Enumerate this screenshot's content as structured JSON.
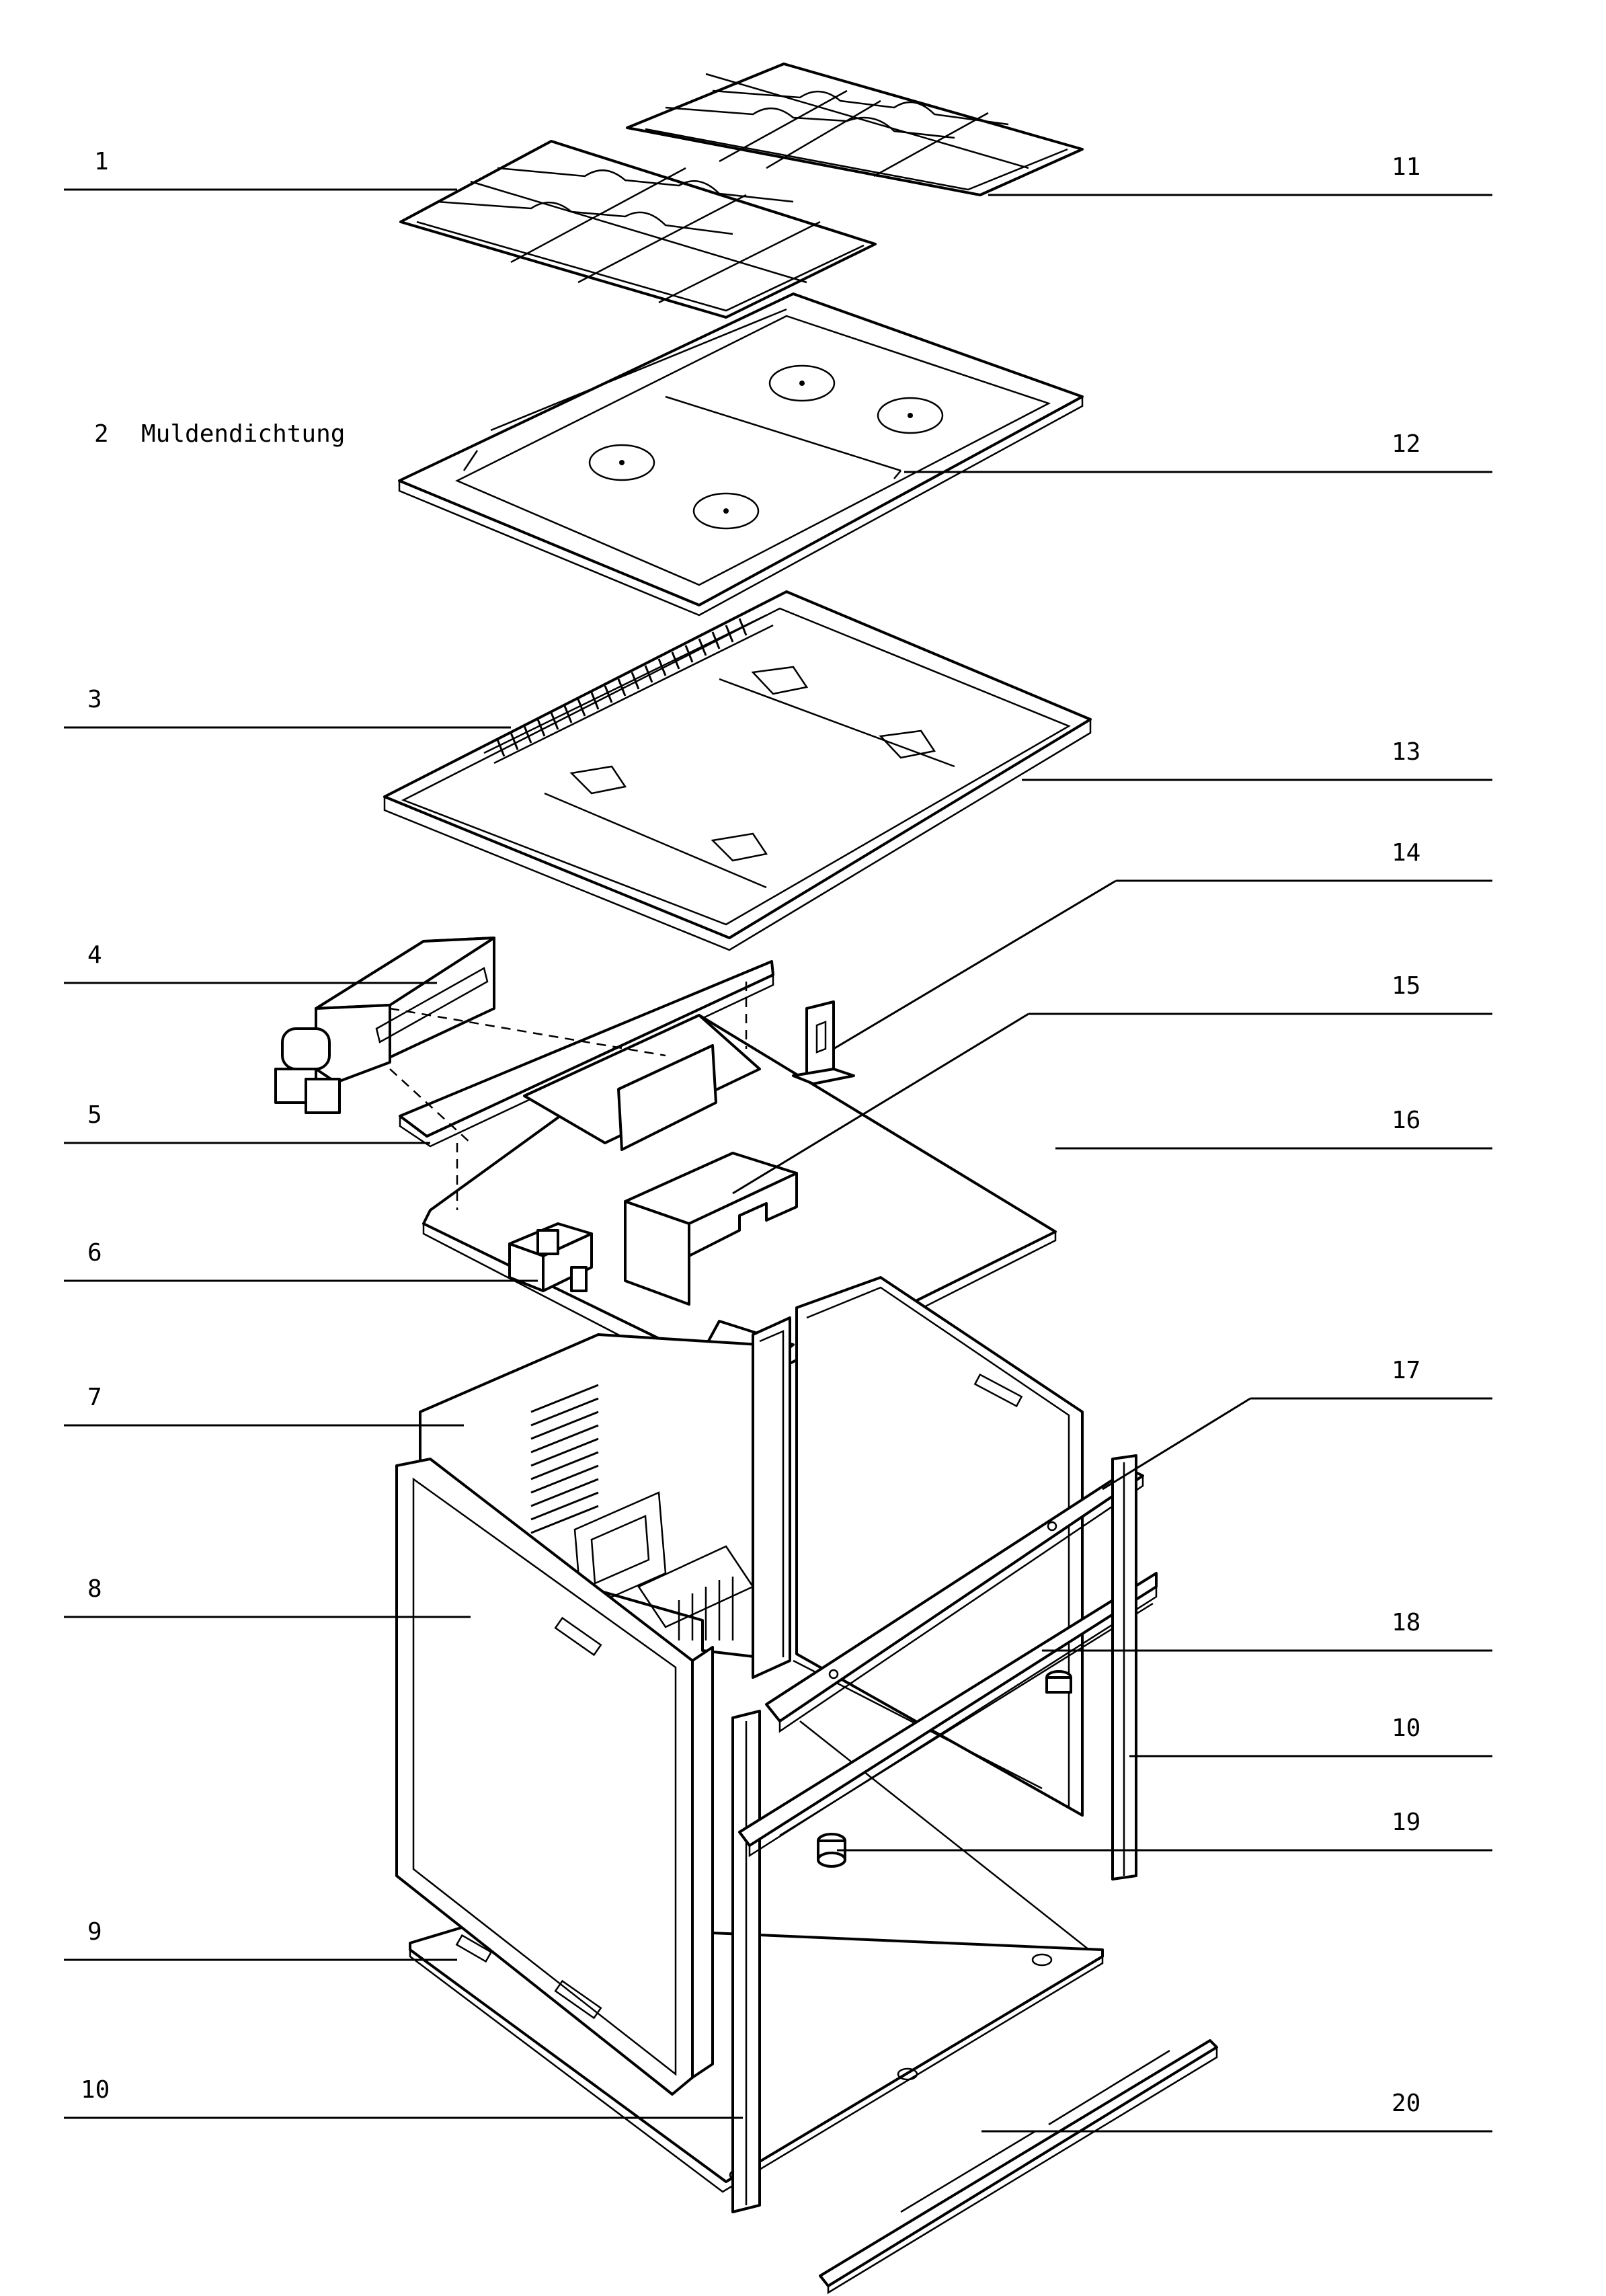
{
  "title": "",
  "callouts": [
    {
      "id": "1",
      "text": "1"
    },
    {
      "id": "2",
      "text": "2"
    },
    {
      "id": "2-name",
      "text": "Muldendichtung"
    },
    {
      "id": "3",
      "text": "3"
    },
    {
      "id": "4",
      "text": "4"
    },
    {
      "id": "5",
      "text": "5"
    },
    {
      "id": "6",
      "text": "6"
    },
    {
      "id": "7",
      "text": "7"
    },
    {
      "id": "8",
      "text": "8"
    },
    {
      "id": "9",
      "text": "9"
    },
    {
      "id": "10a",
      "text": "10"
    },
    {
      "id": "11",
      "text": "11"
    },
    {
      "id": "12",
      "text": "12"
    },
    {
      "id": "13",
      "text": "13"
    },
    {
      "id": "14",
      "text": "14"
    },
    {
      "id": "15",
      "text": "15"
    },
    {
      "id": "16",
      "text": "16"
    },
    {
      "id": "17",
      "text": "17"
    },
    {
      "id": "18",
      "text": "18"
    },
    {
      "id": "10b",
      "text": "10"
    },
    {
      "id": "19",
      "text": "19"
    },
    {
      "id": "20",
      "text": "20"
    }
  ]
}
